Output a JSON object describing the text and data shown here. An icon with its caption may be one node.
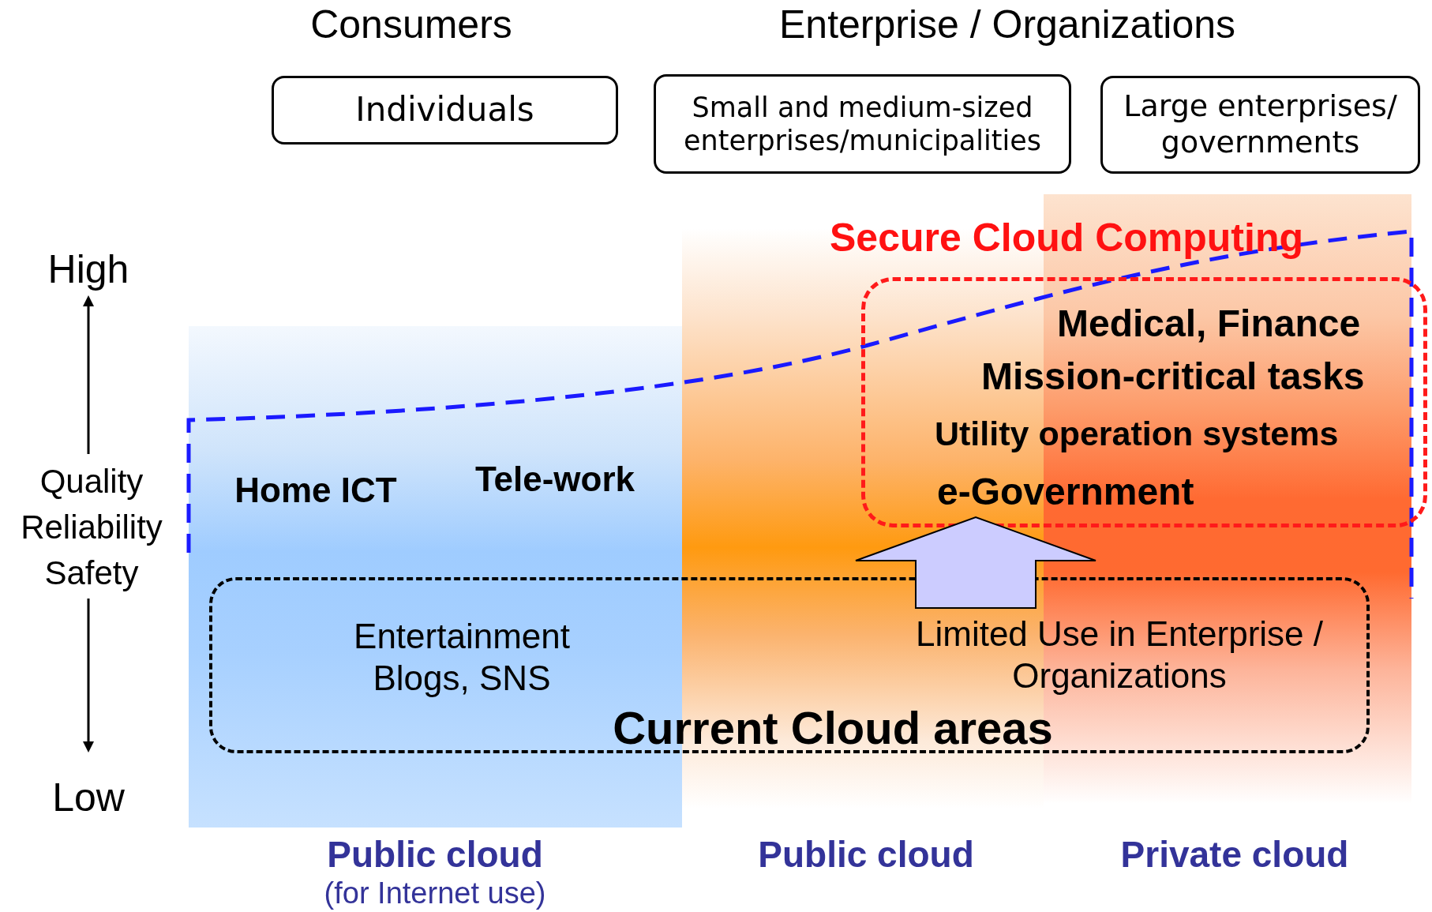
{
  "diagram": {
    "nodes": [
      {
        "text": [
          "Individuals"
        ]
      },
      {
        "text": [
          "Small and medium-sized enterprises/municipalities"
        ]
      },
      {
        "text": [
          "Large enterprises/ governments"
        ]
      },
      {
        "text": [
          "Secure Cloud Computing",
          "Medical, Finance",
          "Mission-critical tasks",
          "Utility operation systems",
          "e-Government"
        ]
      },
      {
        "text": [
          "Entertainment Blogs, SNS",
          "Limited Use in Enterprise / Organizations",
          "Current Cloud areas"
        ]
      }
    ],
    "edges": [
      {
        "from": 4,
        "to": 3,
        "arrow": "to",
        "style": "thick",
        "color": "#ccccff"
      }
    ],
    "labels": [
      "Consumers",
      "Enterprise / Organizations",
      "High",
      "Quality",
      "Reliability",
      "Safety",
      "Home ICT",
      "Tele-work",
      "Low",
      "Public cloud",
      "(for Internet use)",
      "Public cloud",
      "Private cloud"
    ]
  }
}
